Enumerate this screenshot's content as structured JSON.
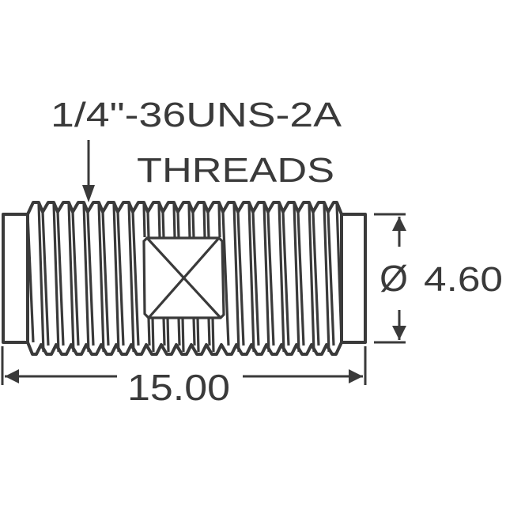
{
  "drawing": {
    "title": "Threaded adapter mechanical dimensions",
    "colors": {
      "line": "#3a3a3a",
      "background": "#ffffff"
    },
    "callout": {
      "line1": "1/4\"-36UNS-2A",
      "line2": "THREADS"
    },
    "dimensions": {
      "diameter": {
        "symbol": "Ø",
        "value": "4.60"
      },
      "length": {
        "value": "15.00"
      }
    },
    "features": {
      "thread_teeth_count": 21,
      "wrench_flat": "square-with-x"
    }
  }
}
